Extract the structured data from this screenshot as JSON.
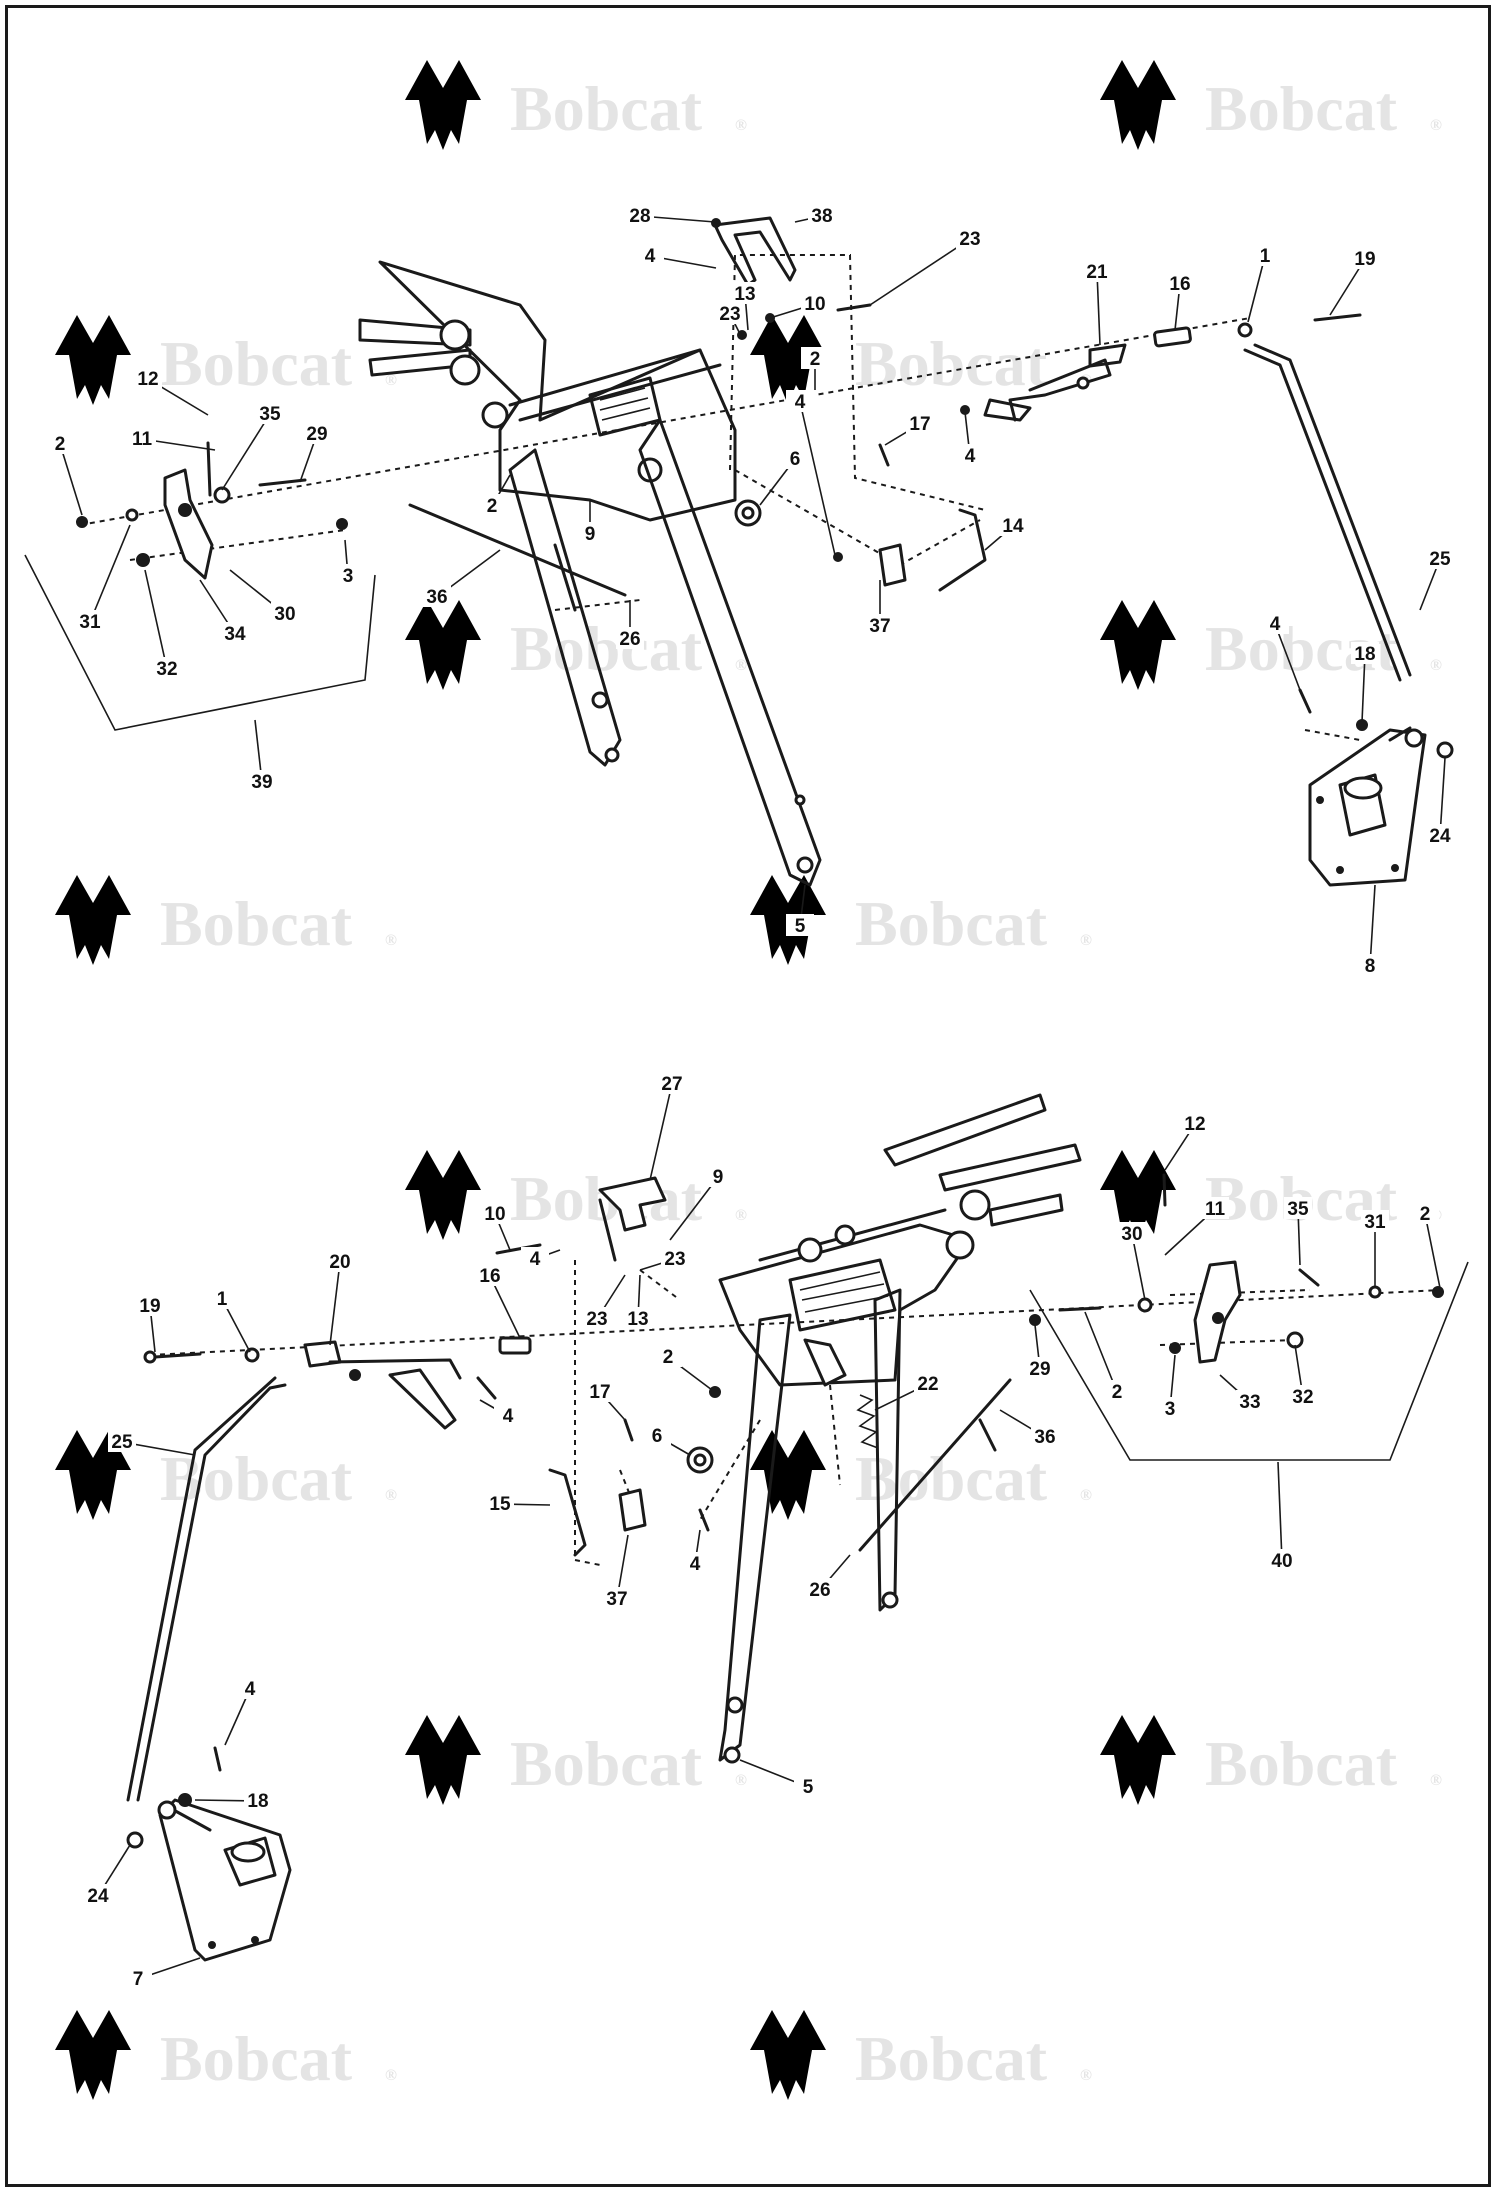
{
  "watermark": {
    "text": "Bobcat",
    "mark": "®",
    "color": "#e4e4e4"
  },
  "diagram": {
    "upper_assembly": {
      "callouts": [
        "28",
        "38",
        "4",
        "13",
        "23",
        "10",
        "23",
        "21",
        "16",
        "1",
        "19",
        "12",
        "2",
        "35",
        "11",
        "29",
        "2",
        "17",
        "4",
        "6",
        "2",
        "9",
        "14",
        "31",
        "30",
        "3",
        "34",
        "32",
        "36",
        "26",
        "4",
        "37",
        "25",
        "4",
        "18",
        "39",
        "24",
        "5",
        "8"
      ]
    },
    "lower_assembly": {
      "callouts": [
        "27",
        "12",
        "10",
        "9",
        "11",
        "35",
        "31",
        "2",
        "30",
        "4",
        "23",
        "20",
        "16",
        "23",
        "13",
        "19",
        "1",
        "2",
        "29",
        "2",
        "4",
        "22",
        "3",
        "33",
        "32",
        "25",
        "17",
        "6",
        "36",
        "15",
        "4",
        "26",
        "37",
        "40",
        "4",
        "18",
        "24",
        "5",
        "7"
      ]
    }
  }
}
